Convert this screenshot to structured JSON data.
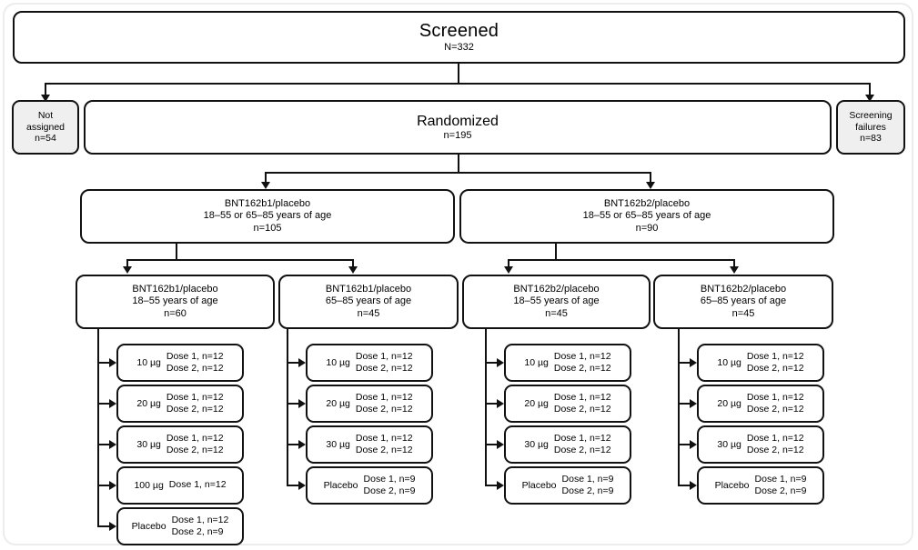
{
  "figure": {
    "title": "Clinical trial participant flow diagram",
    "colors": {
      "box_border": "#111111",
      "box_fill": "#ffffff",
      "side_box_fill": "#efefef",
      "frame": "#ececec",
      "connector": "#111111"
    }
  },
  "screened": {
    "label": "Screened",
    "count": "N=332"
  },
  "not_assigned": {
    "line1": "Not",
    "line2": "assigned",
    "count": "n=54"
  },
  "randomized": {
    "label": "Randomized",
    "count": "n=195"
  },
  "screening_failures": {
    "line1": "Screening",
    "line2": "failures",
    "count": "n=83"
  },
  "tier2": [
    {
      "name": "BNT162b1/placebo",
      "age": "18–55 or 65–85 years of age",
      "count": "n=105"
    },
    {
      "name": "BNT162b2/placebo",
      "age": "18–55 or 65–85 years of age",
      "count": "n=90"
    }
  ],
  "tier3": [
    {
      "name": "BNT162b1/placebo",
      "age": "18–55 years of age",
      "count": "n=60"
    },
    {
      "name": "BNT162b1/placebo",
      "age": "65–85 years of age",
      "count": "n=45"
    },
    {
      "name": "BNT162b2/placebo",
      "age": "18–55 years of age",
      "count": "n=45"
    },
    {
      "name": "BNT162b2/placebo",
      "age": "65–85 years of age",
      "count": "n=45"
    }
  ],
  "dose_groups": [
    {
      "column": "BNT162b1/placebo 18–55 years of age",
      "arms": [
        {
          "dose": "10 µg",
          "dose1": "Dose 1, n=12",
          "dose2": "Dose 2, n=12"
        },
        {
          "dose": "20 µg",
          "dose1": "Dose 1, n=12",
          "dose2": "Dose 2, n=12"
        },
        {
          "dose": "30 µg",
          "dose1": "Dose 1, n=12",
          "dose2": "Dose 2, n=12"
        },
        {
          "dose": "100 µg",
          "dose1": "Dose 1, n=12",
          "dose2": ""
        },
        {
          "dose": "Placebo",
          "dose1": "Dose 1, n=12",
          "dose2": "Dose 2, n=9"
        }
      ]
    },
    {
      "column": "BNT162b1/placebo 65–85 years of age",
      "arms": [
        {
          "dose": "10 µg",
          "dose1": "Dose 1, n=12",
          "dose2": "Dose 2, n=12"
        },
        {
          "dose": "20 µg",
          "dose1": "Dose 1, n=12",
          "dose2": "Dose 2, n=12"
        },
        {
          "dose": "30 µg",
          "dose1": "Dose 1, n=12",
          "dose2": "Dose 2, n=12"
        },
        {
          "dose": "Placebo",
          "dose1": "Dose 1, n=9",
          "dose2": "Dose 2, n=9"
        }
      ]
    },
    {
      "column": "BNT162b2/placebo 18–55 years of age",
      "arms": [
        {
          "dose": "10 µg",
          "dose1": "Dose 1, n=12",
          "dose2": "Dose 2, n=12"
        },
        {
          "dose": "20 µg",
          "dose1": "Dose 1, n=12",
          "dose2": "Dose 2, n=12"
        },
        {
          "dose": "30 µg",
          "dose1": "Dose 1, n=12",
          "dose2": "Dose 2, n=12"
        },
        {
          "dose": "Placebo",
          "dose1": "Dose 1, n=9",
          "dose2": "Dose 2, n=9"
        }
      ]
    },
    {
      "column": "BNT162b2/placebo 65–85 years of age",
      "arms": [
        {
          "dose": "10 µg",
          "dose1": "Dose 1, n=12",
          "dose2": "Dose 2, n=12"
        },
        {
          "dose": "20 µg",
          "dose1": "Dose 1, n=12",
          "dose2": "Dose 2, n=12"
        },
        {
          "dose": "30 µg",
          "dose1": "Dose 1, n=12",
          "dose2": "Dose 2, n=12"
        },
        {
          "dose": "Placebo",
          "dose1": "Dose 1, n=9",
          "dose2": "Dose 2, n=9"
        }
      ]
    }
  ]
}
